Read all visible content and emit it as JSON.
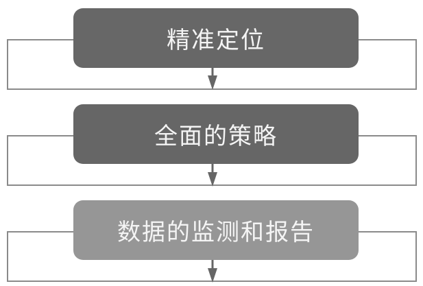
{
  "steps": [
    {
      "label": "精准定位",
      "color": "#676767"
    },
    {
      "label": "全面的策略",
      "color": "#666666"
    },
    {
      "label": "数据的监测和报告",
      "color": "#969696"
    }
  ]
}
